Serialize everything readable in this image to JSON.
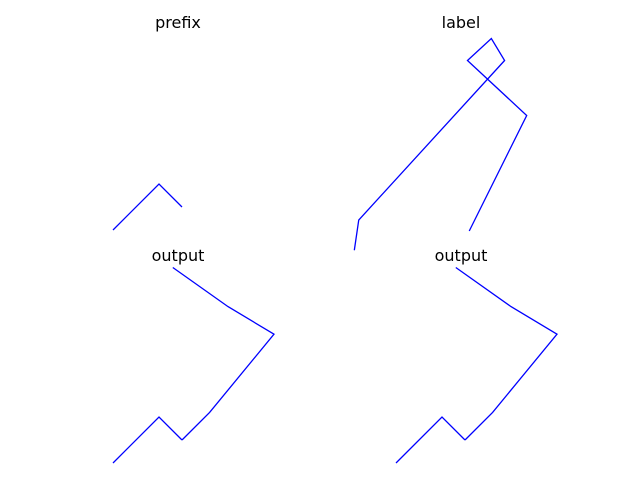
{
  "chart_data": [
    {
      "type": "line",
      "title": "prefix",
      "axis": "off",
      "grid": false,
      "color": "#0000ff",
      "series": [
        {
          "x": [
            0,
            2,
            3
          ],
          "y": [
            0,
            2,
            1
          ]
        }
      ]
    },
    {
      "type": "line",
      "title": "label",
      "axis": "off",
      "grid": false,
      "color": "#0000ff",
      "series": [
        {
          "x": [
            -2,
            -1.5,
            15,
            13.5,
            10.8,
            17.5,
            11
          ],
          "y": [
            -1.5,
            -0.4,
            5.4,
            6.2,
            5.4,
            3.4,
            -0.8
          ]
        }
      ]
    },
    {
      "type": "line",
      "title": "output",
      "axis": "off",
      "grid": false,
      "color": "#0000ff",
      "series": [
        {
          "x": [
            0,
            2,
            3
          ],
          "y": [
            0,
            2,
            1
          ]
        },
        {
          "x": [
            3,
            4.2,
            7,
            5,
            2.6
          ],
          "y": [
            1,
            2.2,
            5.6,
            6.8,
            8.5
          ]
        }
      ]
    },
    {
      "type": "line",
      "title": "output",
      "axis": "off",
      "grid": false,
      "color": "#0000ff",
      "series": [
        {
          "x": [
            0,
            2,
            3
          ],
          "y": [
            0,
            2,
            1
          ]
        },
        {
          "x": [
            3,
            4.2,
            7,
            5,
            2.6
          ],
          "y": [
            1,
            2.2,
            5.6,
            6.8,
            8.5
          ]
        }
      ]
    }
  ]
}
